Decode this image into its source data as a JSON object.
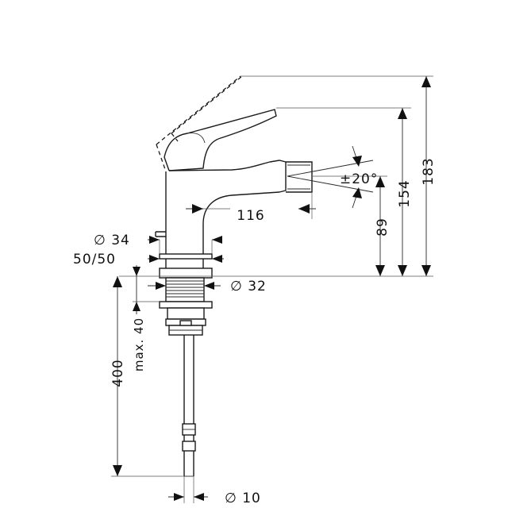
{
  "dimensions": {
    "total_height": "183",
    "spout_height": "154",
    "outlet_height": "89",
    "spout_reach": "116",
    "swivel_angle": "±20°",
    "base_diameter": "∅ 34",
    "hole_size": "50/50",
    "thread_diameter": "∅ 32",
    "max_thickness": "max. 40",
    "hose_length": "400",
    "hose_diameter": "∅ 10"
  }
}
